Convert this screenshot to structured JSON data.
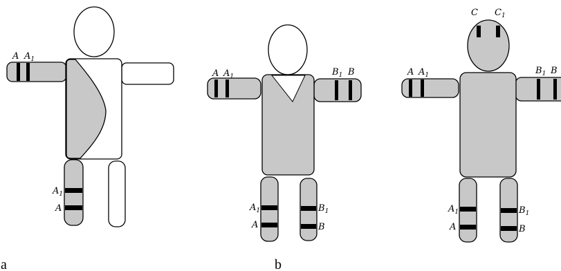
{
  "colors": {
    "shaded": "#c8c8c8",
    "unshaded": "#ffffff",
    "outline": "#000000",
    "band": "#000000"
  },
  "figures": [
    {
      "id": "a",
      "caption": "a",
      "left_arm_labels": {
        "first": "A",
        "second": "A",
        "second_sub": "1"
      },
      "leg_labels": {
        "upper": "A",
        "upper_sub": "1",
        "lower": "A"
      }
    },
    {
      "id": "b",
      "caption": "b",
      "left_arm_labels": {
        "first": "A",
        "second": "A",
        "second_sub": "1"
      },
      "right_arm_labels": {
        "first": "B",
        "first_sub": "1",
        "second": "B"
      },
      "left_leg_labels": {
        "upper": "A",
        "upper_sub": "1",
        "lower": "A"
      },
      "right_leg_labels": {
        "upper": "B",
        "upper_sub": "1",
        "lower": "B"
      }
    },
    {
      "id": "c",
      "caption": "",
      "head_labels": {
        "first": "C",
        "second": "C",
        "second_sub": "1"
      },
      "left_arm_labels": {
        "first": "A",
        "second": "A",
        "second_sub": "1"
      },
      "right_arm_labels": {
        "first": "B",
        "first_sub": "1",
        "second": "B"
      },
      "left_leg_labels": {
        "upper": "A",
        "upper_sub": "1",
        "lower": "A"
      },
      "right_leg_labels": {
        "upper": "B",
        "upper_sub": "1",
        "lower": "B"
      }
    }
  ]
}
